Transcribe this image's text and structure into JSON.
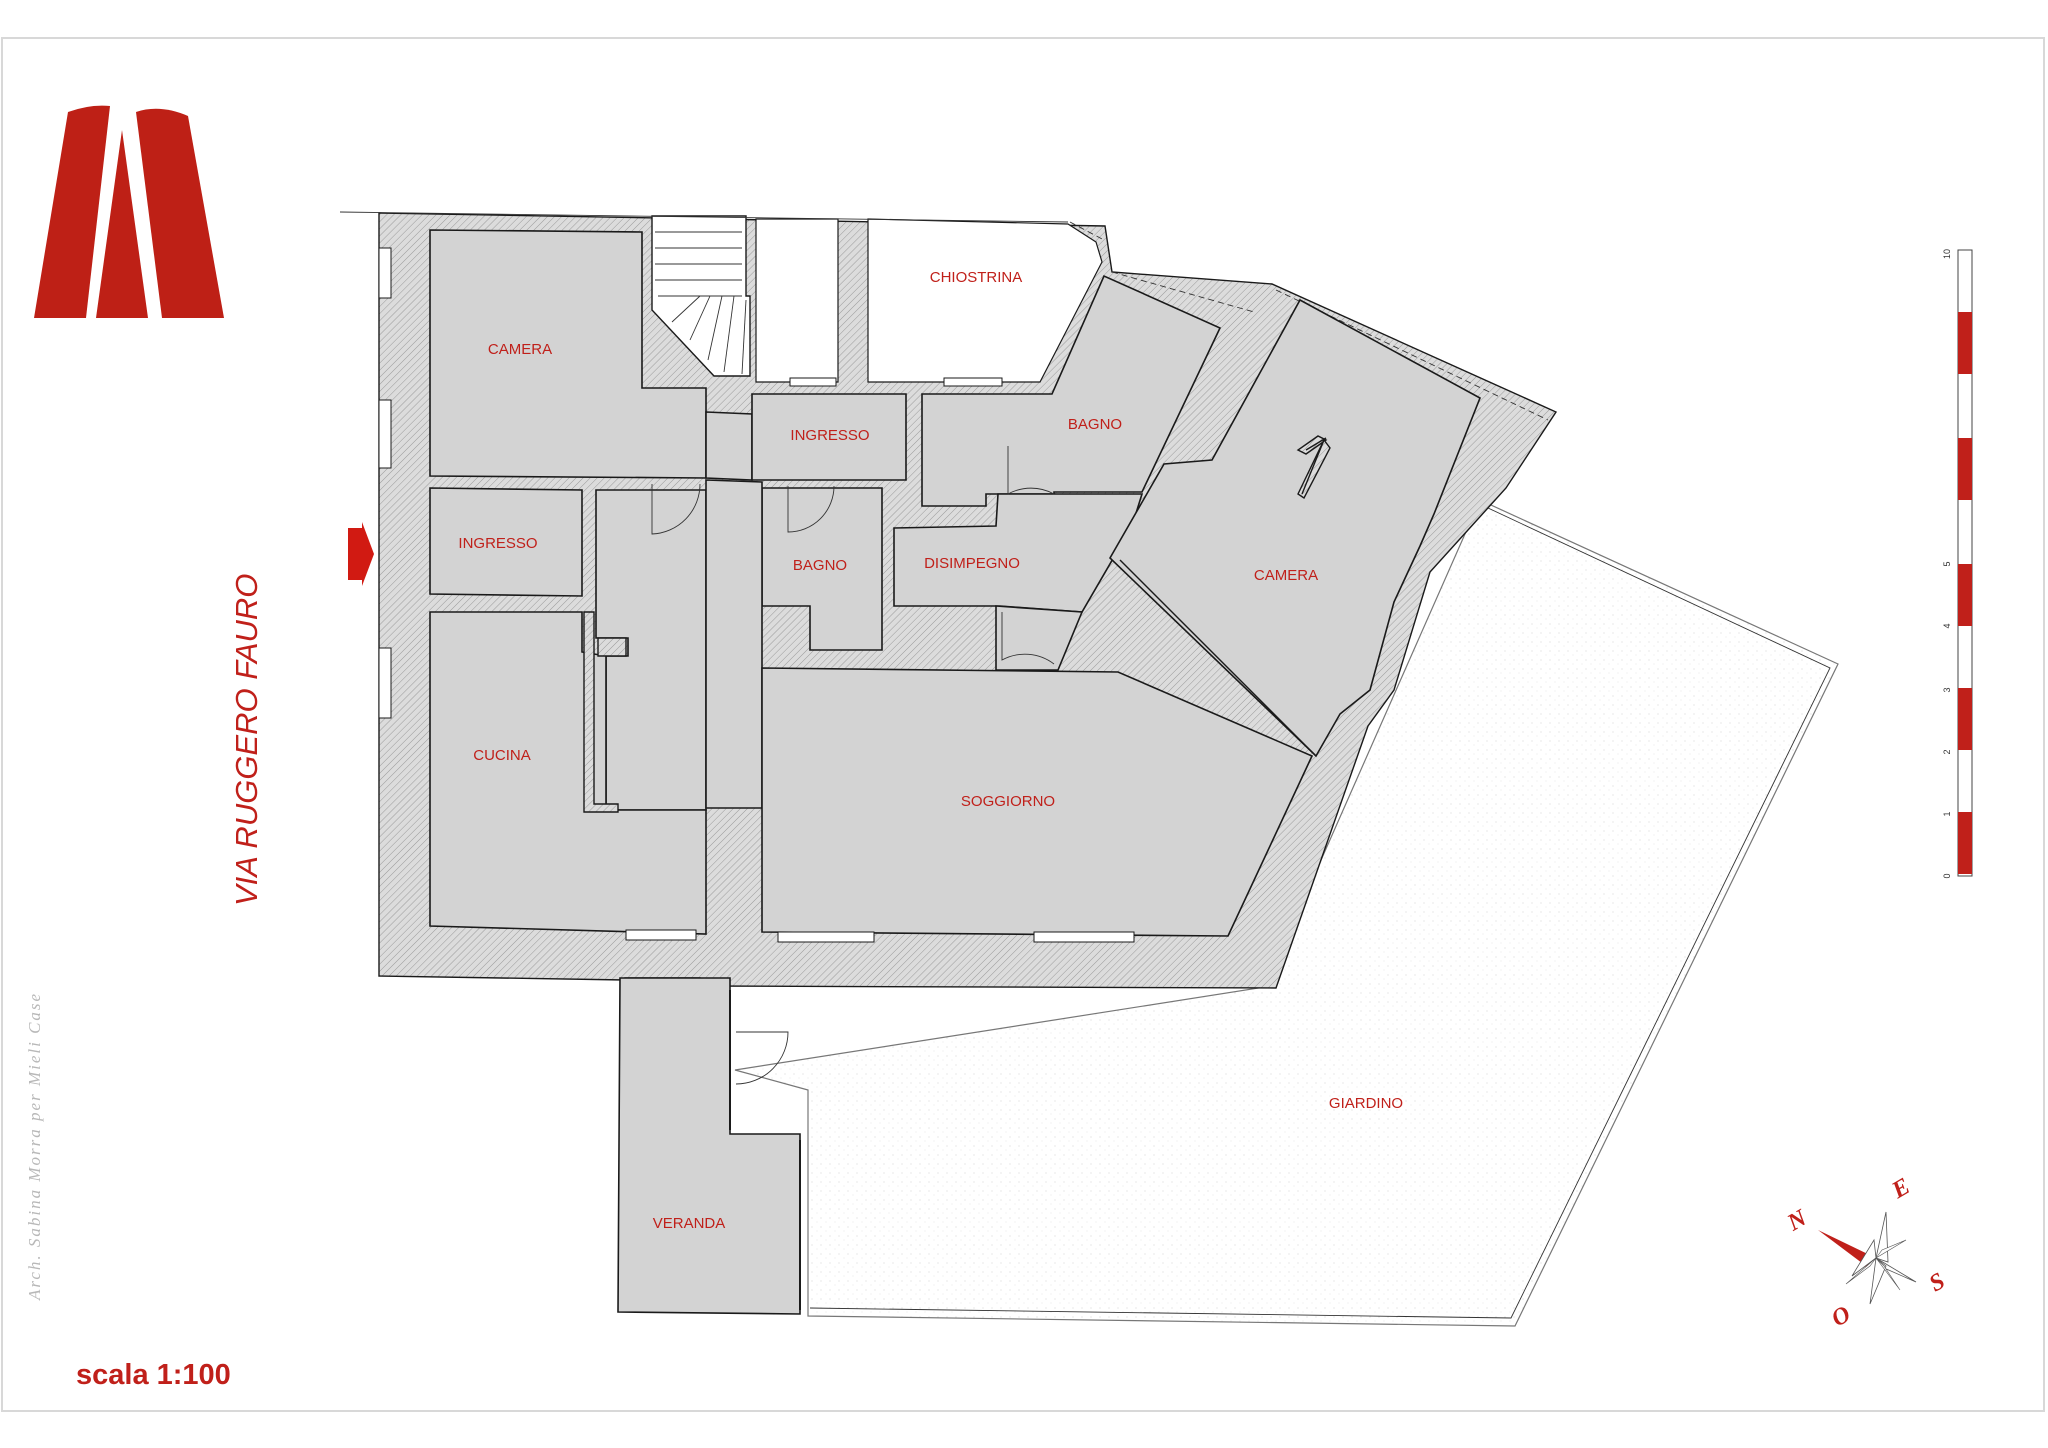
{
  "street_name": "VIA RUGGERO FAURO",
  "scale_label": "scala 1:100",
  "credit": "Arch. Sabina Morra per Mieli Case",
  "rooms": {
    "camera_nw": "CAMERA",
    "ingresso_w": "INGRESSO",
    "cucina": "CUCINA",
    "ingresso_n": "INGRESSO",
    "bagno_center": "BAGNO",
    "chiostrina": "CHIOSTRINA",
    "bagno_ne": "BAGNO",
    "disimpegno": "DISIMPEGNO",
    "camera_e": "CAMERA",
    "soggiorno": "SOGGIORNO",
    "veranda": "VERANDA",
    "giardino": "GIARDINO"
  },
  "scale_bar": {
    "ticks": [
      "0",
      "1",
      "2",
      "3",
      "4",
      "5",
      "10"
    ]
  },
  "compass": {
    "north": "N",
    "east": "E",
    "south": "S",
    "west": "O"
  },
  "colors": {
    "accent": "#c0201a",
    "room_fill": "#d3d3d3",
    "wall": "#1a1a1a"
  }
}
